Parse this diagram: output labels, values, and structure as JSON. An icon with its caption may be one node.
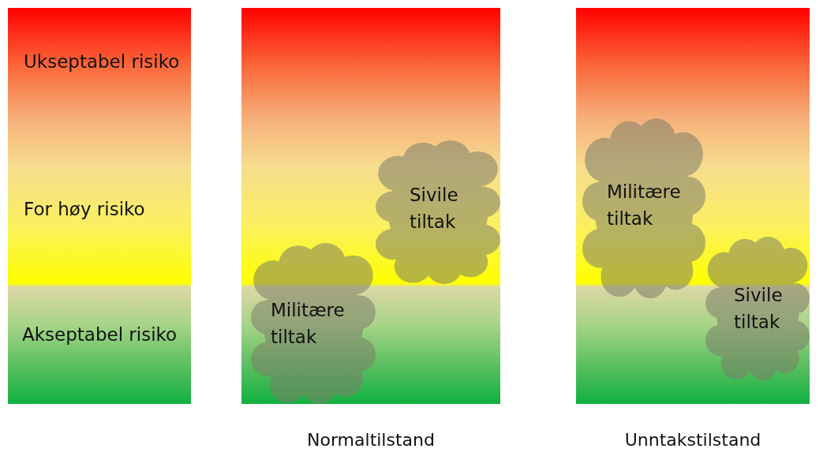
{
  "diagram": {
    "nodes": [
      {
        "text": [
          "Ukseptabel risiko",
          "For høy risiko",
          "Akseptabel risiko"
        ]
      },
      {
        "text": [],
        "shape": "bar",
        "beside": [
          "Normaltilstand"
        ]
      },
      {
        "text": [
          "Sivile tiltak"
        ],
        "in": 1
      },
      {
        "text": [
          "Militære tiltak"
        ],
        "in": 1
      },
      {
        "text": [],
        "shape": "bar",
        "beside": [
          "Unntakstilstand"
        ]
      },
      {
        "text": [
          "Militære tiltak"
        ],
        "in": 4
      },
      {
        "text": [
          "Sivile tiltak"
        ],
        "in": 4
      }
    ]
  }
}
